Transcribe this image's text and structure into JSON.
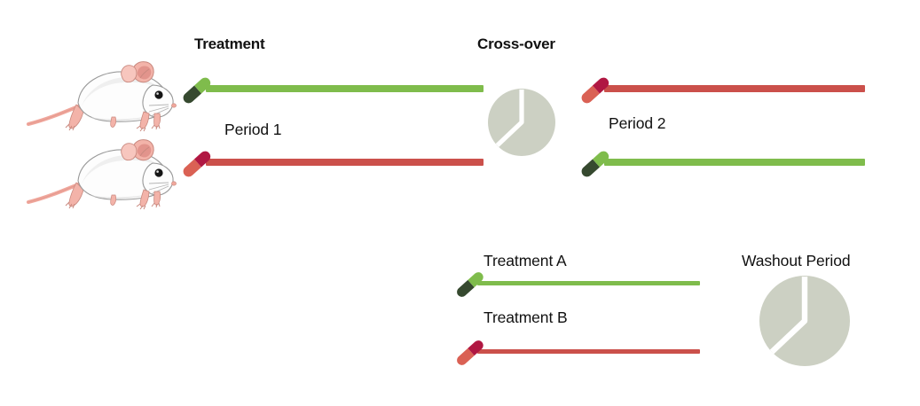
{
  "figure": {
    "type": "study-design-diagram",
    "title_headings": {
      "treatment": "Treatment",
      "crossover": "Cross-over"
    },
    "period_labels": {
      "period1": "Period 1",
      "period2": "Period 2"
    },
    "legend": {
      "treatment_a": "Treatment A",
      "treatment_b": "Treatment B",
      "washout": "Washout Period"
    },
    "colors": {
      "green_bar": "#7fbc4c",
      "green_pill_light": "#7fbc4c",
      "green_pill_dark": "#36492f",
      "red_bar": "#cb504b",
      "red_pill_dark": "#b01742",
      "red_pill_light": "#da6154",
      "washout_pie": "#ccd0c3",
      "text": "#111111",
      "mouse_body": "#fdfdfd",
      "mouse_pink": "#f0a79c",
      "mouse_outline": "#8d8d8d"
    },
    "arms": [
      {
        "subject": "mouse",
        "period1_treatment": "A",
        "period1_color": "#7fbc4c",
        "period2_treatment": "B",
        "period2_color": "#cb504b"
      },
      {
        "subject": "mouse",
        "period1_treatment": "B",
        "period1_color": "#cb504b",
        "period2_treatment": "A",
        "period2_color": "#7fbc4c"
      }
    ],
    "icons": {
      "pill_a": "green-capsule-icon",
      "pill_b": "red-capsule-icon",
      "washout": "pie-clock-icon",
      "subject": "mouse-icon"
    }
  }
}
